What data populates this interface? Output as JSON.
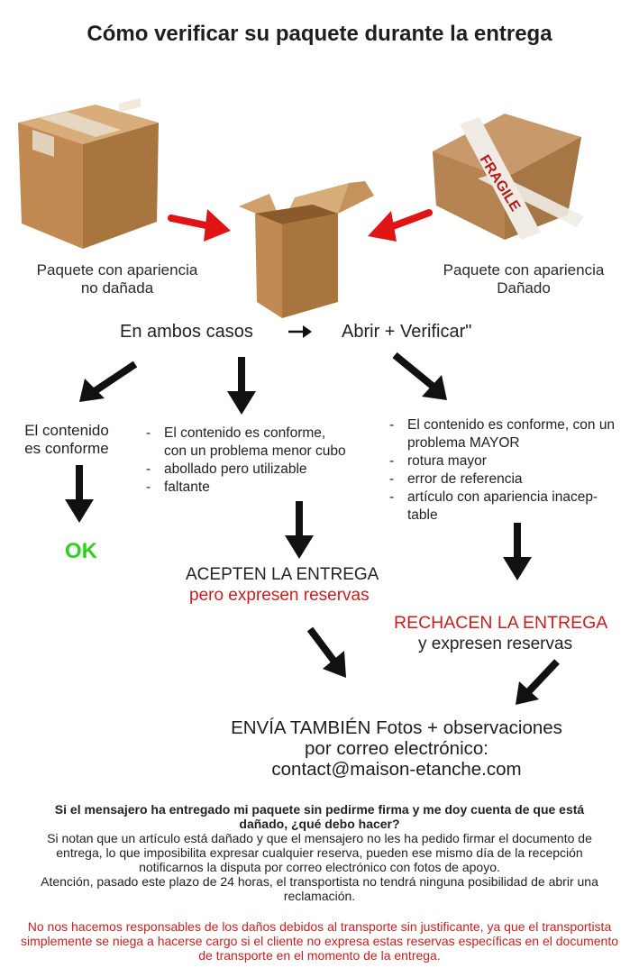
{
  "title": "Cómo verificar su paquete durante la entrega",
  "left_package": {
    "line1": "Paquete con apariencia",
    "line2": "no dañada"
  },
  "right_package": {
    "line1": "Paquete con apariencia",
    "line2": "Dañado"
  },
  "both_cases": {
    "prefix": "En ambos casos",
    "action": "Abrir + Verificar\""
  },
  "branch_left": {
    "line1": "El contenido",
    "line2": "es conforme",
    "result": "OK"
  },
  "branch_middle": {
    "items": [
      "El contenido es conforme,\ncon un problema menor cubo",
      "abollado pero utilizable",
      "faltante"
    ],
    "decision_line1": "ACEPTEN LA ENTREGA",
    "decision_line2": "pero expresen reservas"
  },
  "branch_right": {
    "items": [
      "El contenido es conforme, con un\nproblema MAYOR",
      "rotura mayor",
      "error de referencia",
      "artículo con apariencia inacep-\ntable"
    ],
    "decision_line1": "RECHACEN LA ENTREGA",
    "decision_line2": "y expresen reservas"
  },
  "send": {
    "line1": "ENVÍA TAMBIÉN Fotos + observaciones",
    "line2": "por correo electrónico:",
    "email": "contact@maison-etanche.com"
  },
  "footer": {
    "question": "Si el mensajero ha entregado mi paquete sin pedirme firma y me doy cuenta de que está dañado, ¿qué debo hacer?",
    "answer": "Si notan que un artículo está dañado y que el mensajero no les ha pedido firmar el documento de entrega, lo que imposibilita expresar cualquier reserva, pueden ese mismo día de la recepción notificarnos la disputa por correo electrónico con fotos de apoyo.",
    "warning": "Atención, pasado este plazo de 24 horas, el transportista no tendrá ninguna posibilidad de abrir una reclamación.",
    "disclaimer": "No nos hacemos responsables de los daños debidos al transporte sin justificante, ya que el transportista simplemente se niega a hacerse cargo si el cliente no expresa estas reservas específicas en el documento de transporte en el momento de la entrega."
  },
  "colors": {
    "red_accent": "#c91e1e",
    "ok_green": "#2ed11b",
    "arrow_red": "#e01414",
    "cardboard": "#c4935c"
  }
}
